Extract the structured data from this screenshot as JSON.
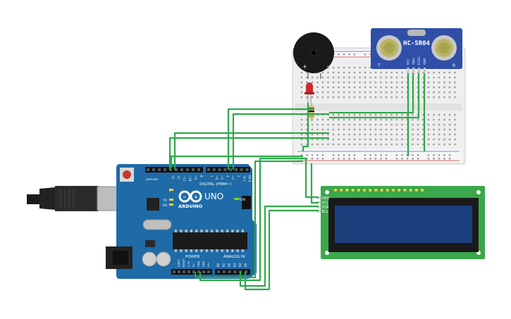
{
  "board": {
    "brand": "ARDUINO",
    "model": "UNO",
    "digital_label": "DIGITAL (PWM~)",
    "on_label": "ON",
    "power_label": "POWER",
    "analog_label": "ANALOG IN",
    "tx_label": "TX",
    "rx_label": "RX",
    "l_label": "L",
    "aref_label": "AREF",
    "gnd_label": "GND",
    "digital_pins": [
      "13",
      "12",
      "~11",
      "~10",
      "~9",
      "8",
      "7",
      "~6",
      "~5",
      "4",
      "~3",
      "2",
      "TX 1",
      "RX 0"
    ],
    "power_pins": [
      "IOREF",
      "RESET",
      "3.3V",
      "5V",
      "GND",
      "GND",
      "Vin"
    ],
    "analog_pins": [
      "A0",
      "A1",
      "A2",
      "A3",
      "A4",
      "A5"
    ]
  },
  "sensor": {
    "name": "HC-SR04",
    "pins": [
      "VCC",
      "TRIG",
      "ECHO",
      "GND"
    ],
    "t_label": "T",
    "r_label": "R"
  },
  "lcd": {
    "pins": [
      "GND",
      "VCC",
      "SDA",
      "SCL"
    ]
  },
  "buzzer": {
    "plus": "+",
    "minus": "−"
  },
  "colors": {
    "wire": "#2fa84a",
    "pcb": "#1e6ba8",
    "lcd_board": "#3aa84b",
    "lcd_screen": "#1d3f7e",
    "sensor_board": "#2f4fa8",
    "breadboard": "#f2f2f2",
    "led": "#cc2a2a"
  }
}
